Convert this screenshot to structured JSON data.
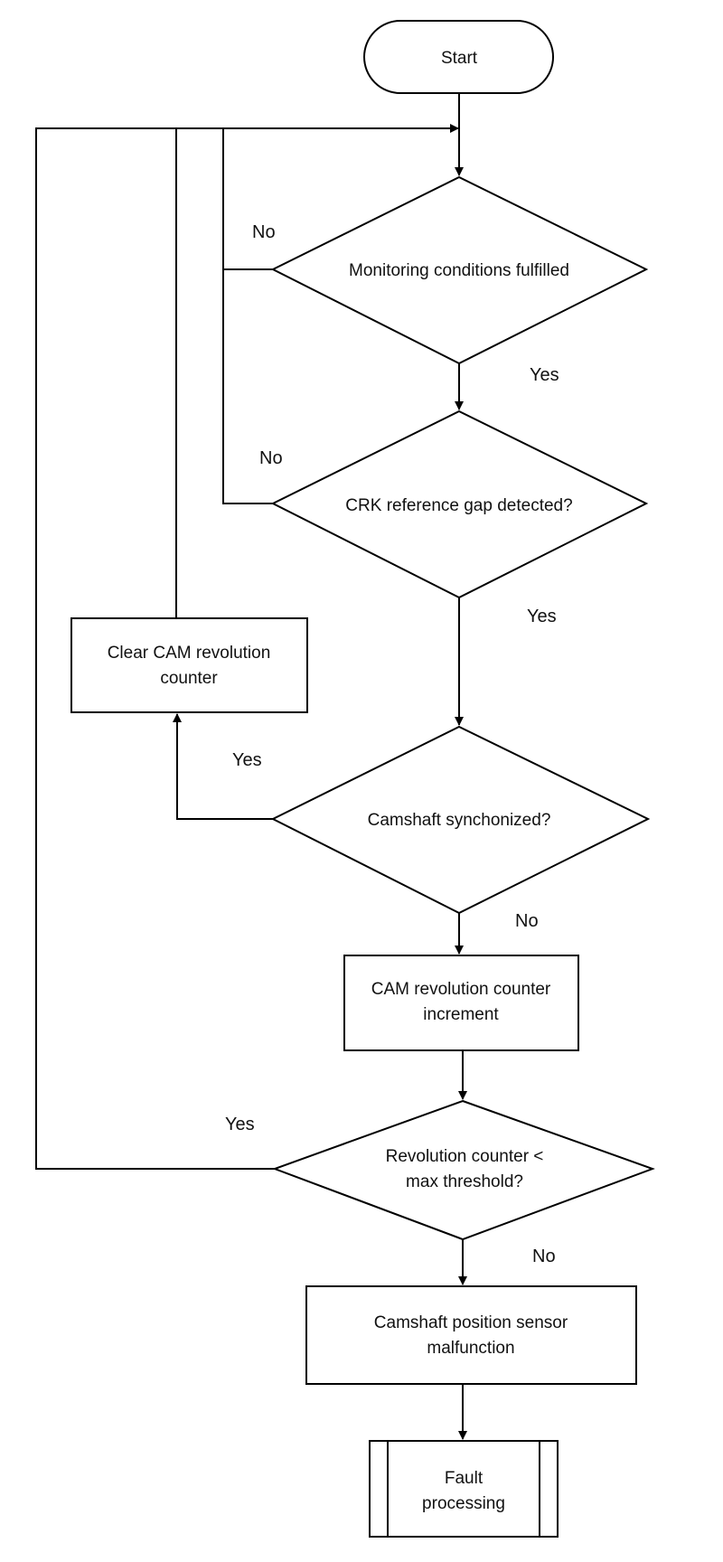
{
  "diagram": {
    "nodes": {
      "start": {
        "label": "Start"
      },
      "monitoring": {
        "label": "Monitoring conditions fulfilled"
      },
      "crk_gap": {
        "label": "CRK reference gap detected?"
      },
      "clear_counter": {
        "label_line1": "Clear CAM revolution",
        "label_line2": "counter"
      },
      "cam_sync": {
        "label": "Camshaft synchonized?"
      },
      "increment": {
        "label_line1": "CAM revolution counter",
        "label_line2": "increment"
      },
      "threshold": {
        "label_line1": "Revolution counter <",
        "label_line2": "max threshold?"
      },
      "malfunction": {
        "label_line1": "Camshaft position sensor",
        "label_line2": "malfunction"
      },
      "fault": {
        "label_line1": "Fault",
        "label_line2": "processing"
      }
    },
    "edge_labels": {
      "monitoring_no": "No",
      "monitoring_yes": "Yes",
      "crk_no": "No",
      "crk_yes": "Yes",
      "sync_yes": "Yes",
      "sync_no": "No",
      "threshold_yes": "Yes",
      "threshold_no": "No"
    },
    "colors": {
      "stroke": "#000000",
      "fill": "#ffffff"
    }
  }
}
